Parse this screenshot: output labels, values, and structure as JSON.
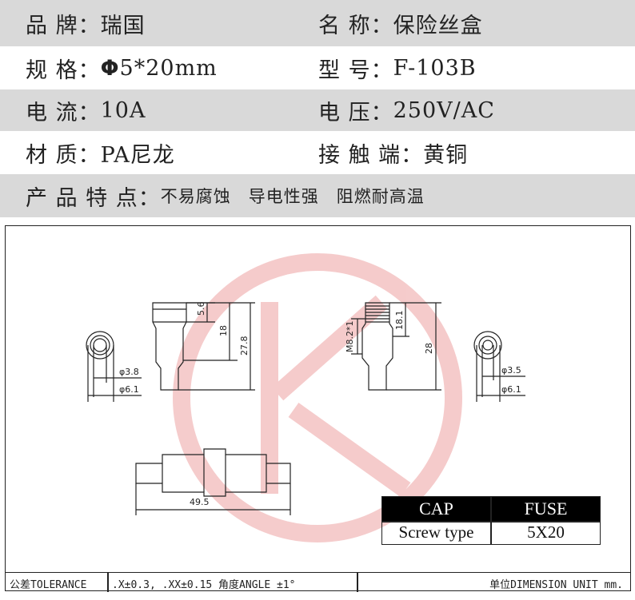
{
  "specs": {
    "brand_label": "品 牌：",
    "brand_value": "瑞国",
    "name_label": "名 称：",
    "name_value": "保险丝盒",
    "spec_label": "规 格：",
    "spec_symbol": "Φ",
    "spec_value": "5*20mm",
    "model_label": "型 号：",
    "model_value": "F-103B",
    "current_label": "电 流：",
    "current_value": "10A",
    "voltage_label": "电 压：",
    "voltage_value": "250V/AC",
    "material_label": "材 质：",
    "material_value": "PA尼龙",
    "contact_label": "接 触 端：",
    "contact_value": "黄铜",
    "feature_label": "产 品 特 点：",
    "feature_1": "不易腐蚀",
    "feature_2": "导电性强",
    "feature_3": "阻燃耐高温"
  },
  "drawing": {
    "dims": {
      "d1": "5.6",
      "d2": "18",
      "d3": "27.8",
      "d4": "M8.2*1",
      "d5": "18.1",
      "d6": "28",
      "phi38": "φ3.8",
      "phi61a": "φ6.1",
      "phi35": "φ3.5",
      "phi61b": "φ6.1",
      "len": "49.5"
    },
    "table": {
      "h1": "CAP",
      "h2": "FUSE",
      "v1": "Screw type",
      "v2": "5X20"
    }
  },
  "tolerance": {
    "label": "公差TOLERANCE",
    "values": ".X±0.3, .XX±0.15  角度ANGLE ±1°",
    "unit": "单位DIMENSION UNIT mm."
  },
  "colors": {
    "gray_row": "#d9d9d9",
    "watermark": "#f4c6c6"
  }
}
